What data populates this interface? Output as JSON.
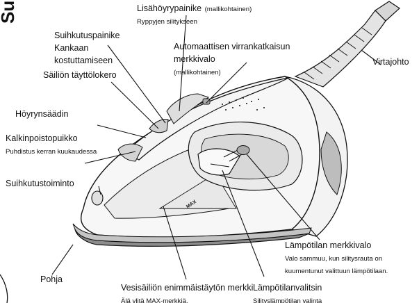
{
  "page": {
    "side_title": "Su"
  },
  "labels": {
    "steam_boost": {
      "title": "Lisähöyrypainike",
      "title_note": "(mallikohtainen)",
      "sub": "Ryppyjen silitykseen"
    },
    "spray_button": {
      "line1": "Suihkutuspainike",
      "line2": "Kankaan",
      "line3": "kostuttamiseen"
    },
    "auto_off": {
      "line1": "Automaattisen virrankatkaisun",
      "line2": "merkkivalo",
      "note": "(mallikohtainen)"
    },
    "power_cord": {
      "title": "Virtajohto"
    },
    "filling_door": {
      "title": "Säiliön täyttölokero"
    },
    "steam_control": {
      "title": "Höyrynsäädin"
    },
    "calc_clean": {
      "title": "Kalkinpoistopuikko",
      "sub": "Puhdistus kerran kuukaudessa"
    },
    "spray_function": {
      "title": "Suihkutustoiminto"
    },
    "temp_light": {
      "title": "Lämpötilan merkkivalo",
      "sub1": "Valo sammuu, kun silitysrauta on",
      "sub2": "kuumentunut valittuun lämpötilaan."
    },
    "soleplate": {
      "title": "Pohja"
    },
    "max_mark": {
      "title": "Vesisäiliön enimmäistäytön merkki",
      "sub": "Älä ylitä MAX-merkkiä."
    },
    "temp_dial": {
      "title": "Lämpötilanvalitsin",
      "sub": "Silityslämpötilan valinta"
    }
  },
  "iron": {
    "max_text": "MAX"
  },
  "colors": {
    "body": "#f7f7f7",
    "shade": "#d2d2d2",
    "dark": "#a9a9a9",
    "sole": "#8c8c8c",
    "cord": "#e0e0e0",
    "line": "#111111"
  }
}
